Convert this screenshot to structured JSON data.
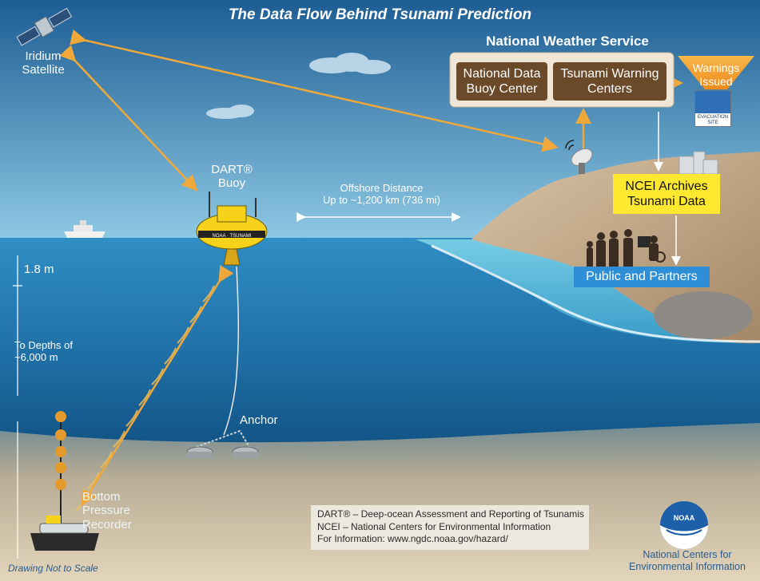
{
  "title": "The Data Flow Behind Tsunami Prediction",
  "satellite": {
    "label": "Iridium Satellite"
  },
  "nws": {
    "title": "National Weather Service",
    "ndbc": "National Data Buoy Center",
    "twc": "Tsunami Warning Centers",
    "warnings": "Warnings Issued",
    "evac_sign": "EVACUATION SITE"
  },
  "buoy": {
    "label": "DART® Buoy",
    "band": "NOAA · TSUNAMI"
  },
  "offshore": {
    "line1": "Offshore Distance",
    "line2": "Up to ~1,200 km (736 mi)"
  },
  "depth": {
    "surface": "1.8 m",
    "deep_line1": "To Depths of",
    "deep_line2": "~6,000 m"
  },
  "anchor": {
    "label": "Anchor"
  },
  "bpr": {
    "label": "Bottom Pressure Recorder"
  },
  "ncei_box": "NCEI Archives Tsunami Data",
  "public_box": "Public and Partners",
  "legend": {
    "line1": "DART® – Deep-ocean Assessment and Reporting of Tsunamis",
    "line2": "NCEI – National Centers for Environmental Information",
    "line3": "For Information: www.ngdc.noaa.gov/hazard/"
  },
  "noaa_logo": "NOAA",
  "org_name": "National Centers for Environmental Information",
  "scale_note": "Drawing Not to Scale",
  "colors": {
    "sky_top": "#1d5d93",
    "sky_bottom": "#8ec9e4",
    "ocean_top": "#2f8ec4",
    "ocean_bottom": "#0e4a7a",
    "seafloor": "#c9b79a",
    "arrow": "#f0a83a",
    "box_brown": "#6b4a2a",
    "ncei_yellow": "#ffe930",
    "public_blue": "#2e8fd6",
    "warn_orange": "#f5a623"
  }
}
